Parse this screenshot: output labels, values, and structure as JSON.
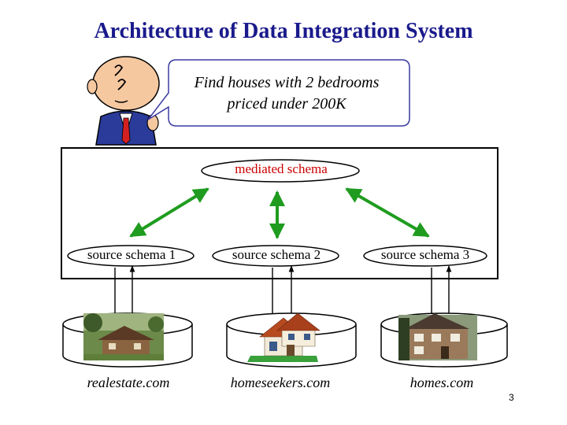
{
  "slide": {
    "title": "Architecture of Data Integration System",
    "page_number": "3"
  },
  "query_bubble": {
    "text_line1": "Find houses with 2 bedrooms",
    "text_line2": "priced under 200K"
  },
  "mediated": {
    "label": "mediated schema"
  },
  "sources": [
    {
      "label": "source schema 1",
      "site": "realestate.com"
    },
    {
      "label": "source schema 2",
      "site": "homeseekers.com"
    },
    {
      "label": "source schema 3",
      "site": "homes.com"
    }
  ],
  "colors": {
    "title": "#1a1a8c",
    "mediated_label": "#cc0000",
    "arrow": "#1f9c1f",
    "bubble_border": "#3a3aa0"
  },
  "icons": {
    "person": "cartoon-person-icon",
    "houses": [
      "house-photo-icon",
      "house-3d-icon",
      "house-photo-icon"
    ],
    "databases": "database-cylinder-icon"
  }
}
